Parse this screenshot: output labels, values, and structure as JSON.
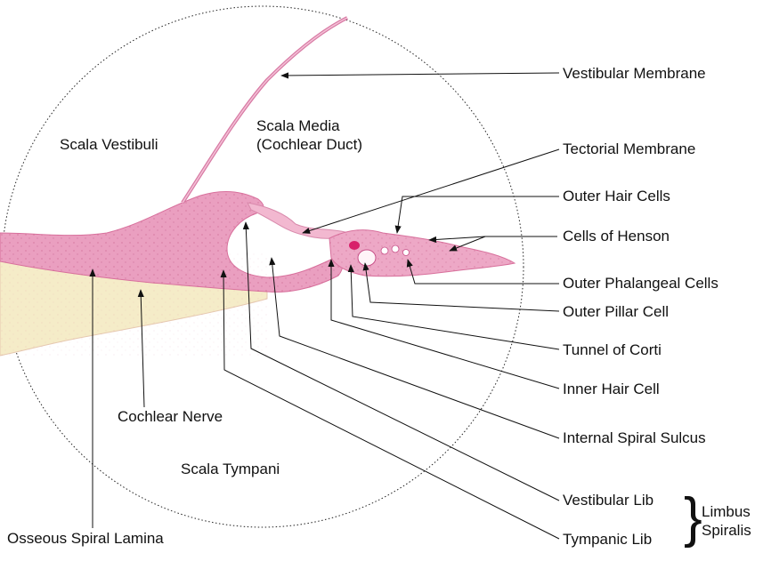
{
  "regions": {
    "scala_vestibuli": "Scala Vestibuli",
    "scala_media_line1": "Scala Media",
    "scala_media_line2": "(Cochlear Duct)",
    "scala_tympani": "Scala Tympani",
    "cochlear_nerve": "Cochlear Nerve",
    "osseous_spiral_lamina": "Osseous Spiral Lamina"
  },
  "labels": {
    "vestibular_membrane": "Vestibular Membrane",
    "tectorial_membrane": "Tectorial Membrane",
    "outer_hair_cells": "Outer Hair Cells",
    "cells_of_henson": "Cells of Henson",
    "outer_phalangeal_cells": "Outer Phalangeal Cells",
    "outer_pillar_cell": "Outer Pillar Cell",
    "tunnel_of_corti": "Tunnel of Corti",
    "inner_hair_cell": "Inner Hair Cell",
    "internal_spiral_sulcus": "Internal Spiral Sulcus",
    "vestibular_lib": "Vestibular Lib",
    "tympanic_lib": "Tympanic Lib"
  },
  "group": {
    "line1": "Limbus",
    "line2": "Spiralis"
  },
  "colors": {
    "tissue_pink": "#e89cbc",
    "tissue_light": "#f4c6d8",
    "bone_beige": "#f5ecc8",
    "accent_magenta": "#d8206a",
    "ink": "#111111"
  }
}
